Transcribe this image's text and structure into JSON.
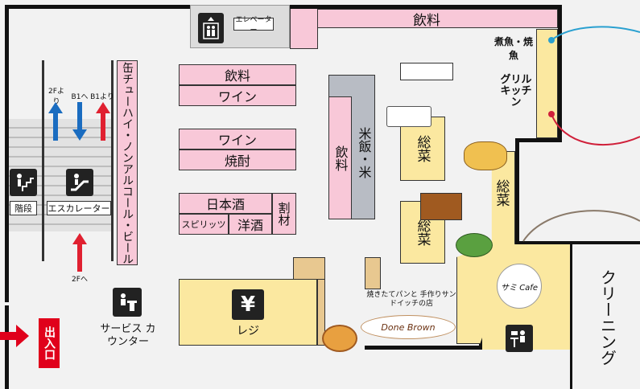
{
  "floor": {
    "elevator": "エレベーター",
    "drinks_top": "飲料",
    "drinks_1": "飲料",
    "wine_1": "ワイン",
    "wine_2": "ワイン",
    "shochu": "焼酎",
    "nihonshu": "日本酒",
    "spirits": "スピリッツ",
    "yoshu": "洋酒",
    "warimono": "割材",
    "cans": "缶チューハイ・ノンアルコール・ビール",
    "drinks_vert": "飲料",
    "rice": "米飯・米",
    "sozai_1": "総菜",
    "sozai_2": "総菜",
    "sozai_3": "総菜",
    "grilled_fish": "煮魚・焼魚",
    "grill_kitchen": "グリル キッチン",
    "register": "レジ",
    "bakery_caption": "焼きたてパンと 手作りサンドイッチの店",
    "bakery_logo": "Done Brown",
    "sami_cafe": "サミ Cafe",
    "cleaning": "クリーニング",
    "service_counter": "サービス カウンター",
    "exit_entrance": "出入口",
    "stairs": "階段",
    "escalator": "エスカレーター",
    "arrow_2f_from": "2Fより",
    "arrow_b1_to": "B1へ",
    "arrow_b1_from": "B1より",
    "arrow_2f_to": "2Fへ"
  },
  "icons": {
    "elevator": "elevator-icon",
    "stairs": "stairs-icon",
    "escalator": "escalator-icon",
    "service": "service-counter-icon",
    "register": "yen-icon",
    "cafe": "cafe-seat-icon"
  },
  "colors": {
    "drinks": "#f8c8d8",
    "deli": "#fbe8a0",
    "counter": "#e8c890",
    "exit": "#e0001b",
    "arrow_up": "#e02030",
    "arrow_down": "#1a6cc0"
  }
}
